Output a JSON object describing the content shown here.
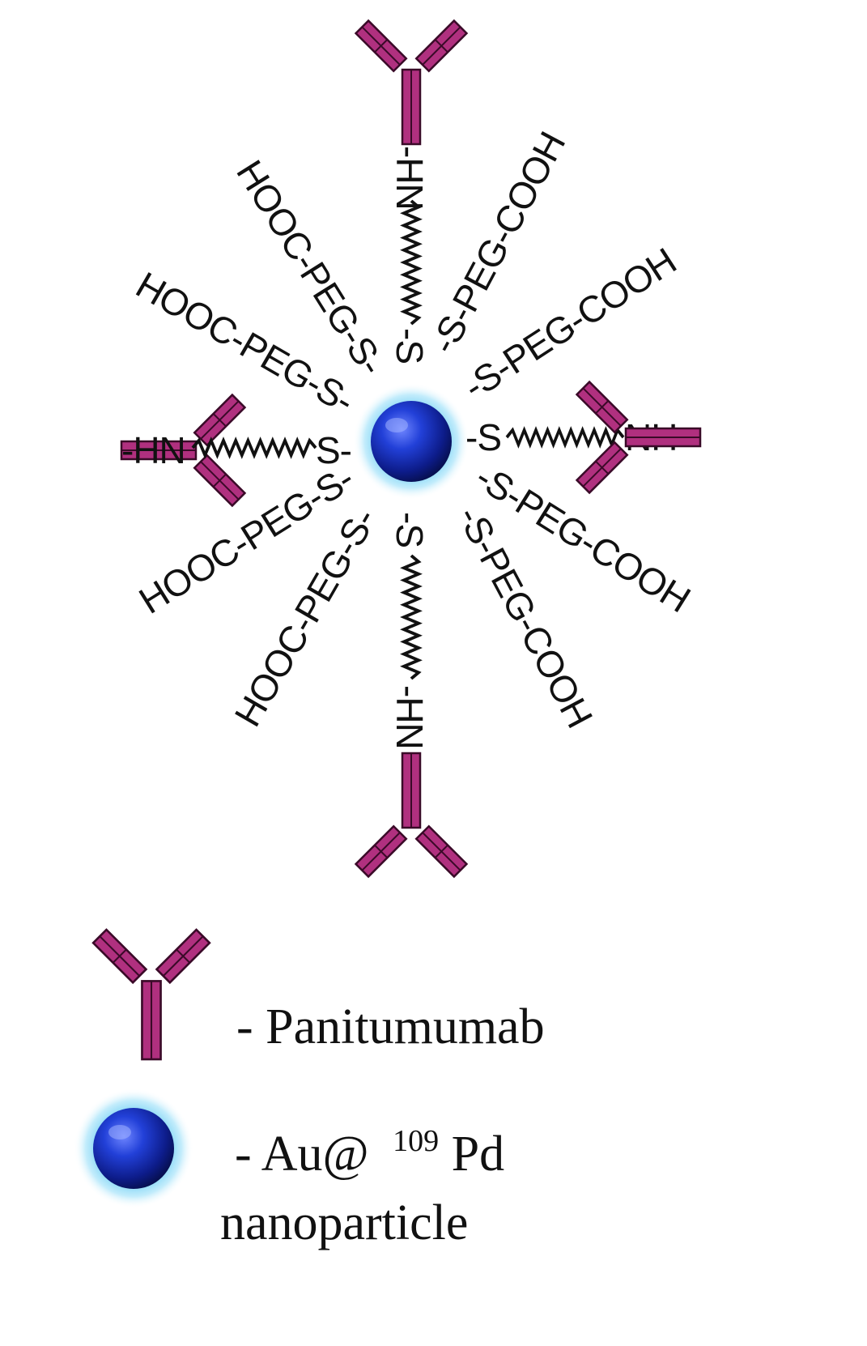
{
  "diagram": {
    "core_color": "#1a2fb8",
    "halo_color": "#7fd4f5",
    "antibody_color": "#b0307f",
    "labels": {
      "thiol_linker": "S-",
      "thiol_linker_right": "-S",
      "amine_left": "-HN",
      "amine_right": "NH-",
      "amine_top": "-HN",
      "amine_bottom": "-HN",
      "peg_top_right_1": "-S-PEG-COOH",
      "peg_top_right_2": "-S-PEG-COOH",
      "peg_bottom_right_1": "-S-PEG-COOH",
      "peg_bottom_right_2": "-S-PEG-COOH",
      "peg_top_left_1": "HOOC-PEG-S-",
      "peg_top_left_2": "HOOC-PEG-S-",
      "peg_bottom_left_1": "HOOC-PEG-S-",
      "peg_bottom_left_2": "HOOC-PEG-S-",
      "s_top": "-S",
      "s_bottom": "-S"
    }
  },
  "legend": {
    "antibody_label": "- Panitumumab",
    "nanoparticle_label_prefix": "- Au@",
    "nanoparticle_superscript": "109",
    "nanoparticle_element": "Pd",
    "nanoparticle_label_line2": "nanoparticle",
    "antibody_icon": "antibody-icon",
    "nanoparticle_icon": "nanoparticle-sphere-icon"
  }
}
